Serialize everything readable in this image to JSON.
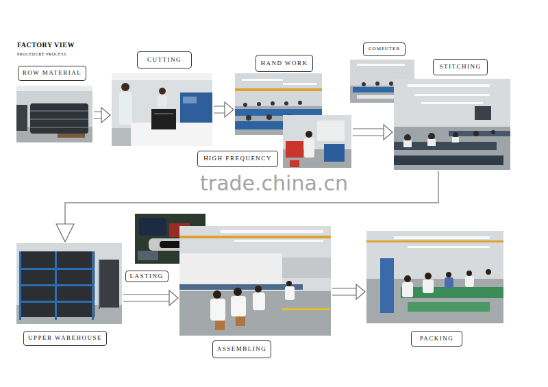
{
  "diagram": {
    "title": "FACTORY VIEW",
    "nodes": [
      {
        "text": [
          "ROW MATERIAL"
        ]
      },
      {
        "text": [
          "CUTTING"
        ]
      },
      {
        "text": [
          "HAND WORK"
        ]
      },
      {
        "text": [
          "HIGH FREQUENCY"
        ]
      },
      {
        "text": [
          "COMPUTER"
        ]
      },
      {
        "text": [
          "STITCHING"
        ]
      },
      {
        "text": [
          "UPPER WAREHOUSE"
        ]
      },
      {
        "text": [
          "LASTING"
        ]
      },
      {
        "text": [
          "ASSEMBLING"
        ]
      },
      {
        "text": [
          "PACKING"
        ]
      }
    ],
    "edges": [
      {
        "from": 0,
        "to": 1,
        "arrow": "to"
      },
      {
        "from": 1,
        "to": 2,
        "arrow": "to"
      },
      {
        "from": 3,
        "to": 5,
        "arrow": "to"
      },
      {
        "from": 5,
        "to": 6,
        "arrow": "to"
      },
      {
        "from": 6,
        "to": 8,
        "arrow": "to"
      },
      {
        "from": 8,
        "to": 9,
        "arrow": "to"
      }
    ],
    "labels": [
      "PROCEDURE PROCESS",
      "trade.china.cn"
    ]
  }
}
